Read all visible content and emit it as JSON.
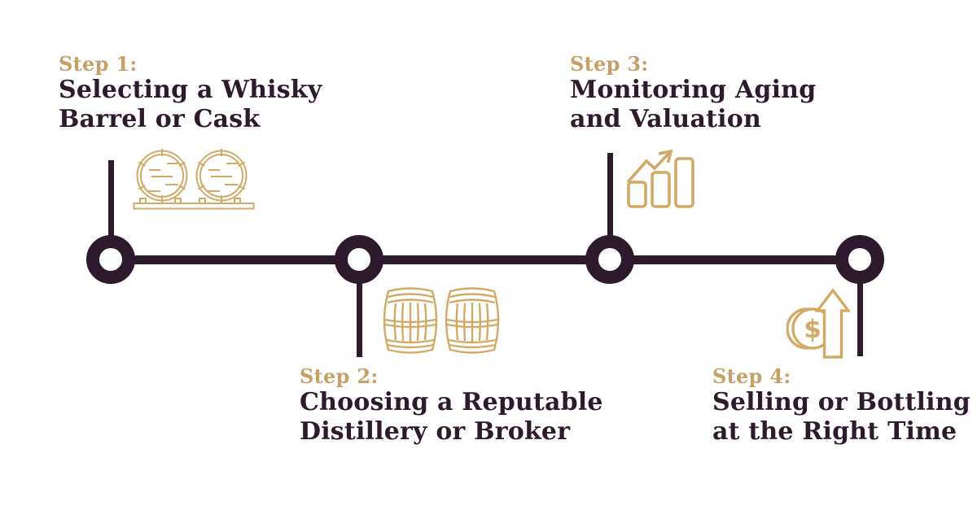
{
  "steps": [
    {
      "label": "Step 1:",
      "title_line1": "Selecting a Whisky",
      "title_line2": "Barrel or Cask",
      "icon": "barrels-on-rack-icon"
    },
    {
      "label": "Step 2:",
      "title_line1": "Choosing a Reputable",
      "title_line2": "Distillery or Broker",
      "icon": "standing-barrels-icon"
    },
    {
      "label": "Step 3:",
      "title_line1": "Monitoring Aging",
      "title_line2": "and Valuation",
      "icon": "growth-chart-icon"
    },
    {
      "label": "Step 4:",
      "title_line1": "Selling or Bottling",
      "title_line2": "at the Right Time",
      "icon": "coin-up-arrow-icon"
    }
  ],
  "icons": {
    "currency_symbol": "$"
  },
  "colors": {
    "background": "#ffffff",
    "timeline_dark": "#2d1b2d",
    "title_text": "#2d1b2d",
    "step_label_gold": "#c6a067",
    "icon_gold": "#d2aa66"
  }
}
